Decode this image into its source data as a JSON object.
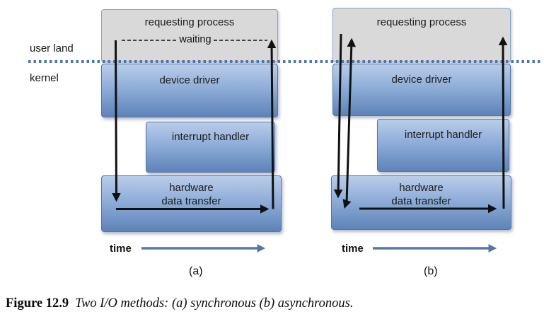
{
  "layer_labels": {
    "user_land": "user land",
    "kernel": "kernel"
  },
  "panels": {
    "a": {
      "panel_label": "(a)",
      "requesting_process": "requesting process",
      "waiting_label": "waiting",
      "device_driver": "device driver",
      "interrupt_handler": "interrupt handler",
      "hardware_line1": "hardware",
      "hardware_line2": "data transfer",
      "time_label": "time"
    },
    "b": {
      "panel_label": "(b)",
      "requesting_process": "requesting process",
      "device_driver": "device driver",
      "interrupt_handler": "interrupt handler",
      "hardware_line1": "hardware",
      "hardware_line2": "data transfer",
      "time_label": "time"
    }
  },
  "caption": {
    "label": "Figure 12.9",
    "text": "Two I/O methods: (a) synchronous (b) asynchronous."
  },
  "colors": {
    "box_gray_fill": "#d9d9d9",
    "box_gray_border": "#8aa3c2",
    "box_blue_top": "#b9cdea",
    "box_blue_bottom": "#5e83b8",
    "box_blue_border": "#5577a8",
    "kernel_boundary_dotted": "#4f74ae",
    "flow_arrow": "#111111",
    "time_arrow": "#5578ac"
  }
}
